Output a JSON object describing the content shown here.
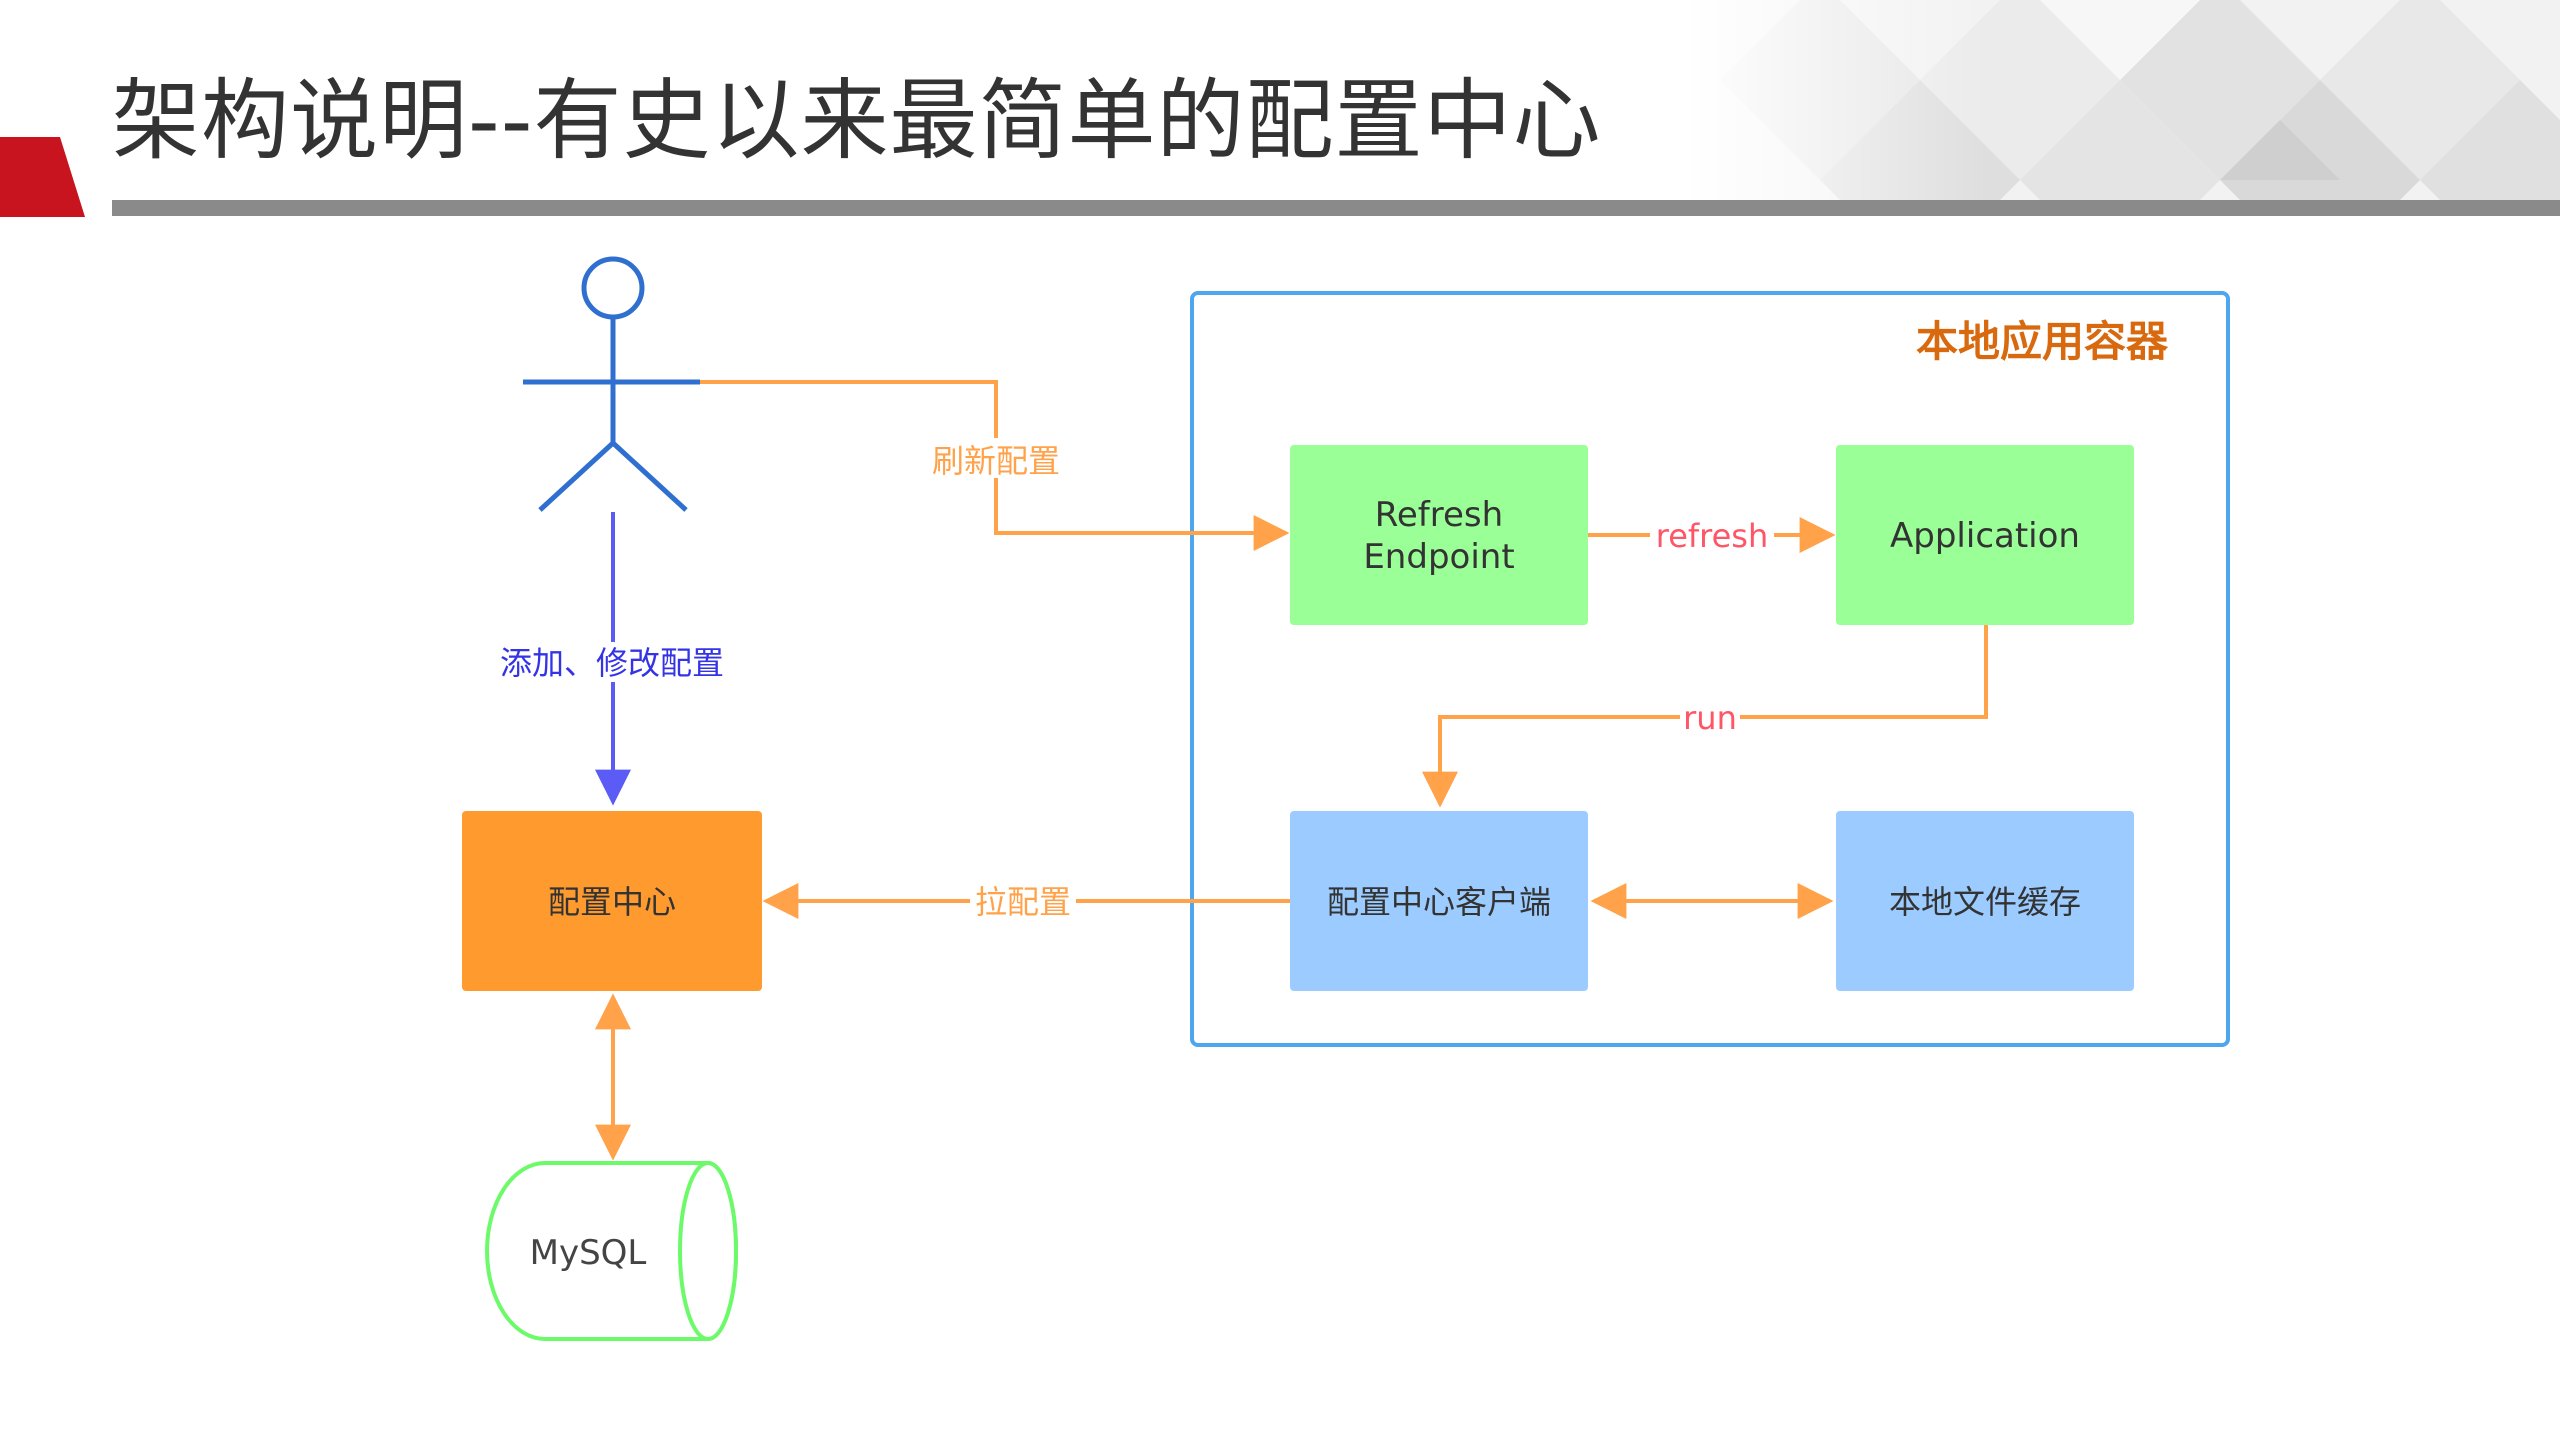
{
  "slide": {
    "title": "架构说明--有史以来最简单的配置中心"
  },
  "container": {
    "label": "本地应用容器"
  },
  "nodes": {
    "refresh_endpoint": {
      "line1": "Refresh",
      "line2": "Endpoint"
    },
    "application": {
      "label": "Application"
    },
    "config_client": {
      "label": "配置中心客户端"
    },
    "local_cache": {
      "label": "本地文件缓存"
    },
    "config_center": {
      "label": "配置中心"
    },
    "mysql": {
      "label": "MySQL"
    }
  },
  "edges": {
    "refresh_config": "刷新配置",
    "add_modify": "添加、修改配置",
    "refresh": "refresh",
    "run": "run",
    "pull_config": "拉配置"
  },
  "colors": {
    "accent_red": "#c8141e",
    "orange_line": "#ffa24a",
    "orange_node": "#ff9a2e",
    "green_node": "#9aff96",
    "blue_node": "#9ccbff",
    "blue_line": "#4da6ee",
    "purple_line": "#5b5bf5",
    "container_title": "#d9690e",
    "refresh_label": "#ff5566"
  },
  "icons": [
    "actor-icon",
    "database-icon"
  ]
}
